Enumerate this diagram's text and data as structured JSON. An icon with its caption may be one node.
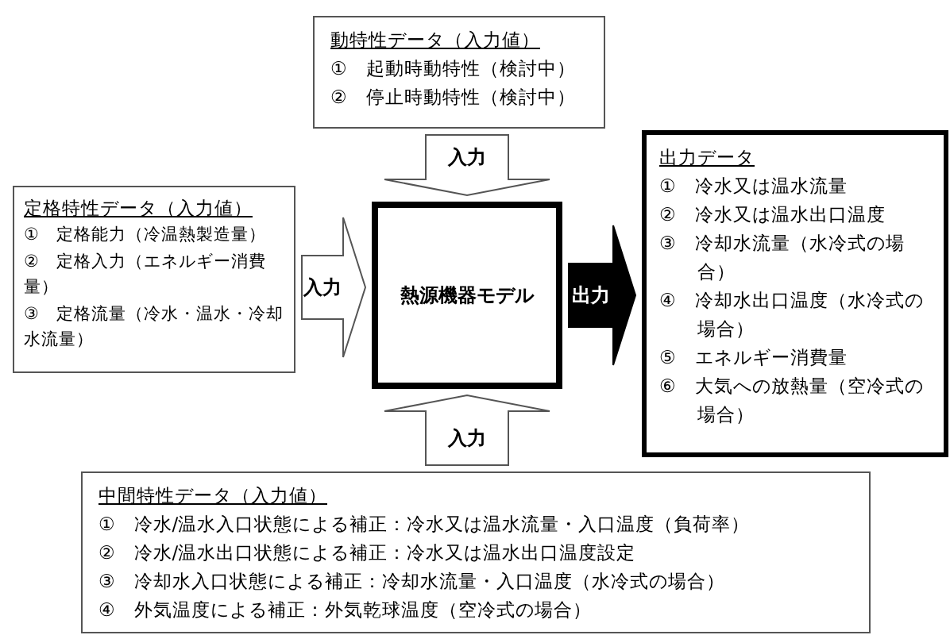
{
  "diagram": {
    "nodes": [
      {
        "text": [
          "動特性データ（入力値）",
          "①　起動時動特性（検討中）",
          "②　停止時動特性（検討中）"
        ]
      },
      {
        "text": [
          "定格特性データ（入力値）",
          "①　定格能力（冷温熱製造量）",
          "②　定格入力（エネルギー消費量）",
          "③　定格流量（冷水・温水・冷却水流量）"
        ]
      },
      {
        "text": [
          "熱源機器モデル"
        ]
      },
      {
        "text": [
          "出力データ",
          "①　冷水又は温水流量",
          "②　冷水又は温水出口温度",
          "③　冷却水流量（水冷式の場合）",
          "④　冷却水出口温度（水冷式の場合）",
          "⑤　エネルギー消費量",
          "⑥　大気への放熱量（空冷式の場合）"
        ]
      },
      {
        "text": [
          "中間特性データ（入力値）",
          "①　冷水/温水入口状態による補正：冷水又は温水流量・入口温度（負荷率）",
          "②　冷水/温水出口状態による補正：冷水又は温水出口温度設定",
          "③　冷却水入口状態による補正：冷却水流量・入口温度（水冷式の場合）",
          "④　外気温度による補正：外気乾球温度（空冷式の場合）"
        ]
      }
    ],
    "edges": [
      {
        "from": 0,
        "to": 2,
        "arrow": "to",
        "label": "入力"
      },
      {
        "from": 1,
        "to": 2,
        "arrow": "to",
        "label": "入力"
      },
      {
        "from": 4,
        "to": 2,
        "arrow": "to",
        "label": "入力"
      },
      {
        "from": 2,
        "to": 3,
        "arrow": "to",
        "label": "出力",
        "color": "#000000"
      }
    ]
  }
}
